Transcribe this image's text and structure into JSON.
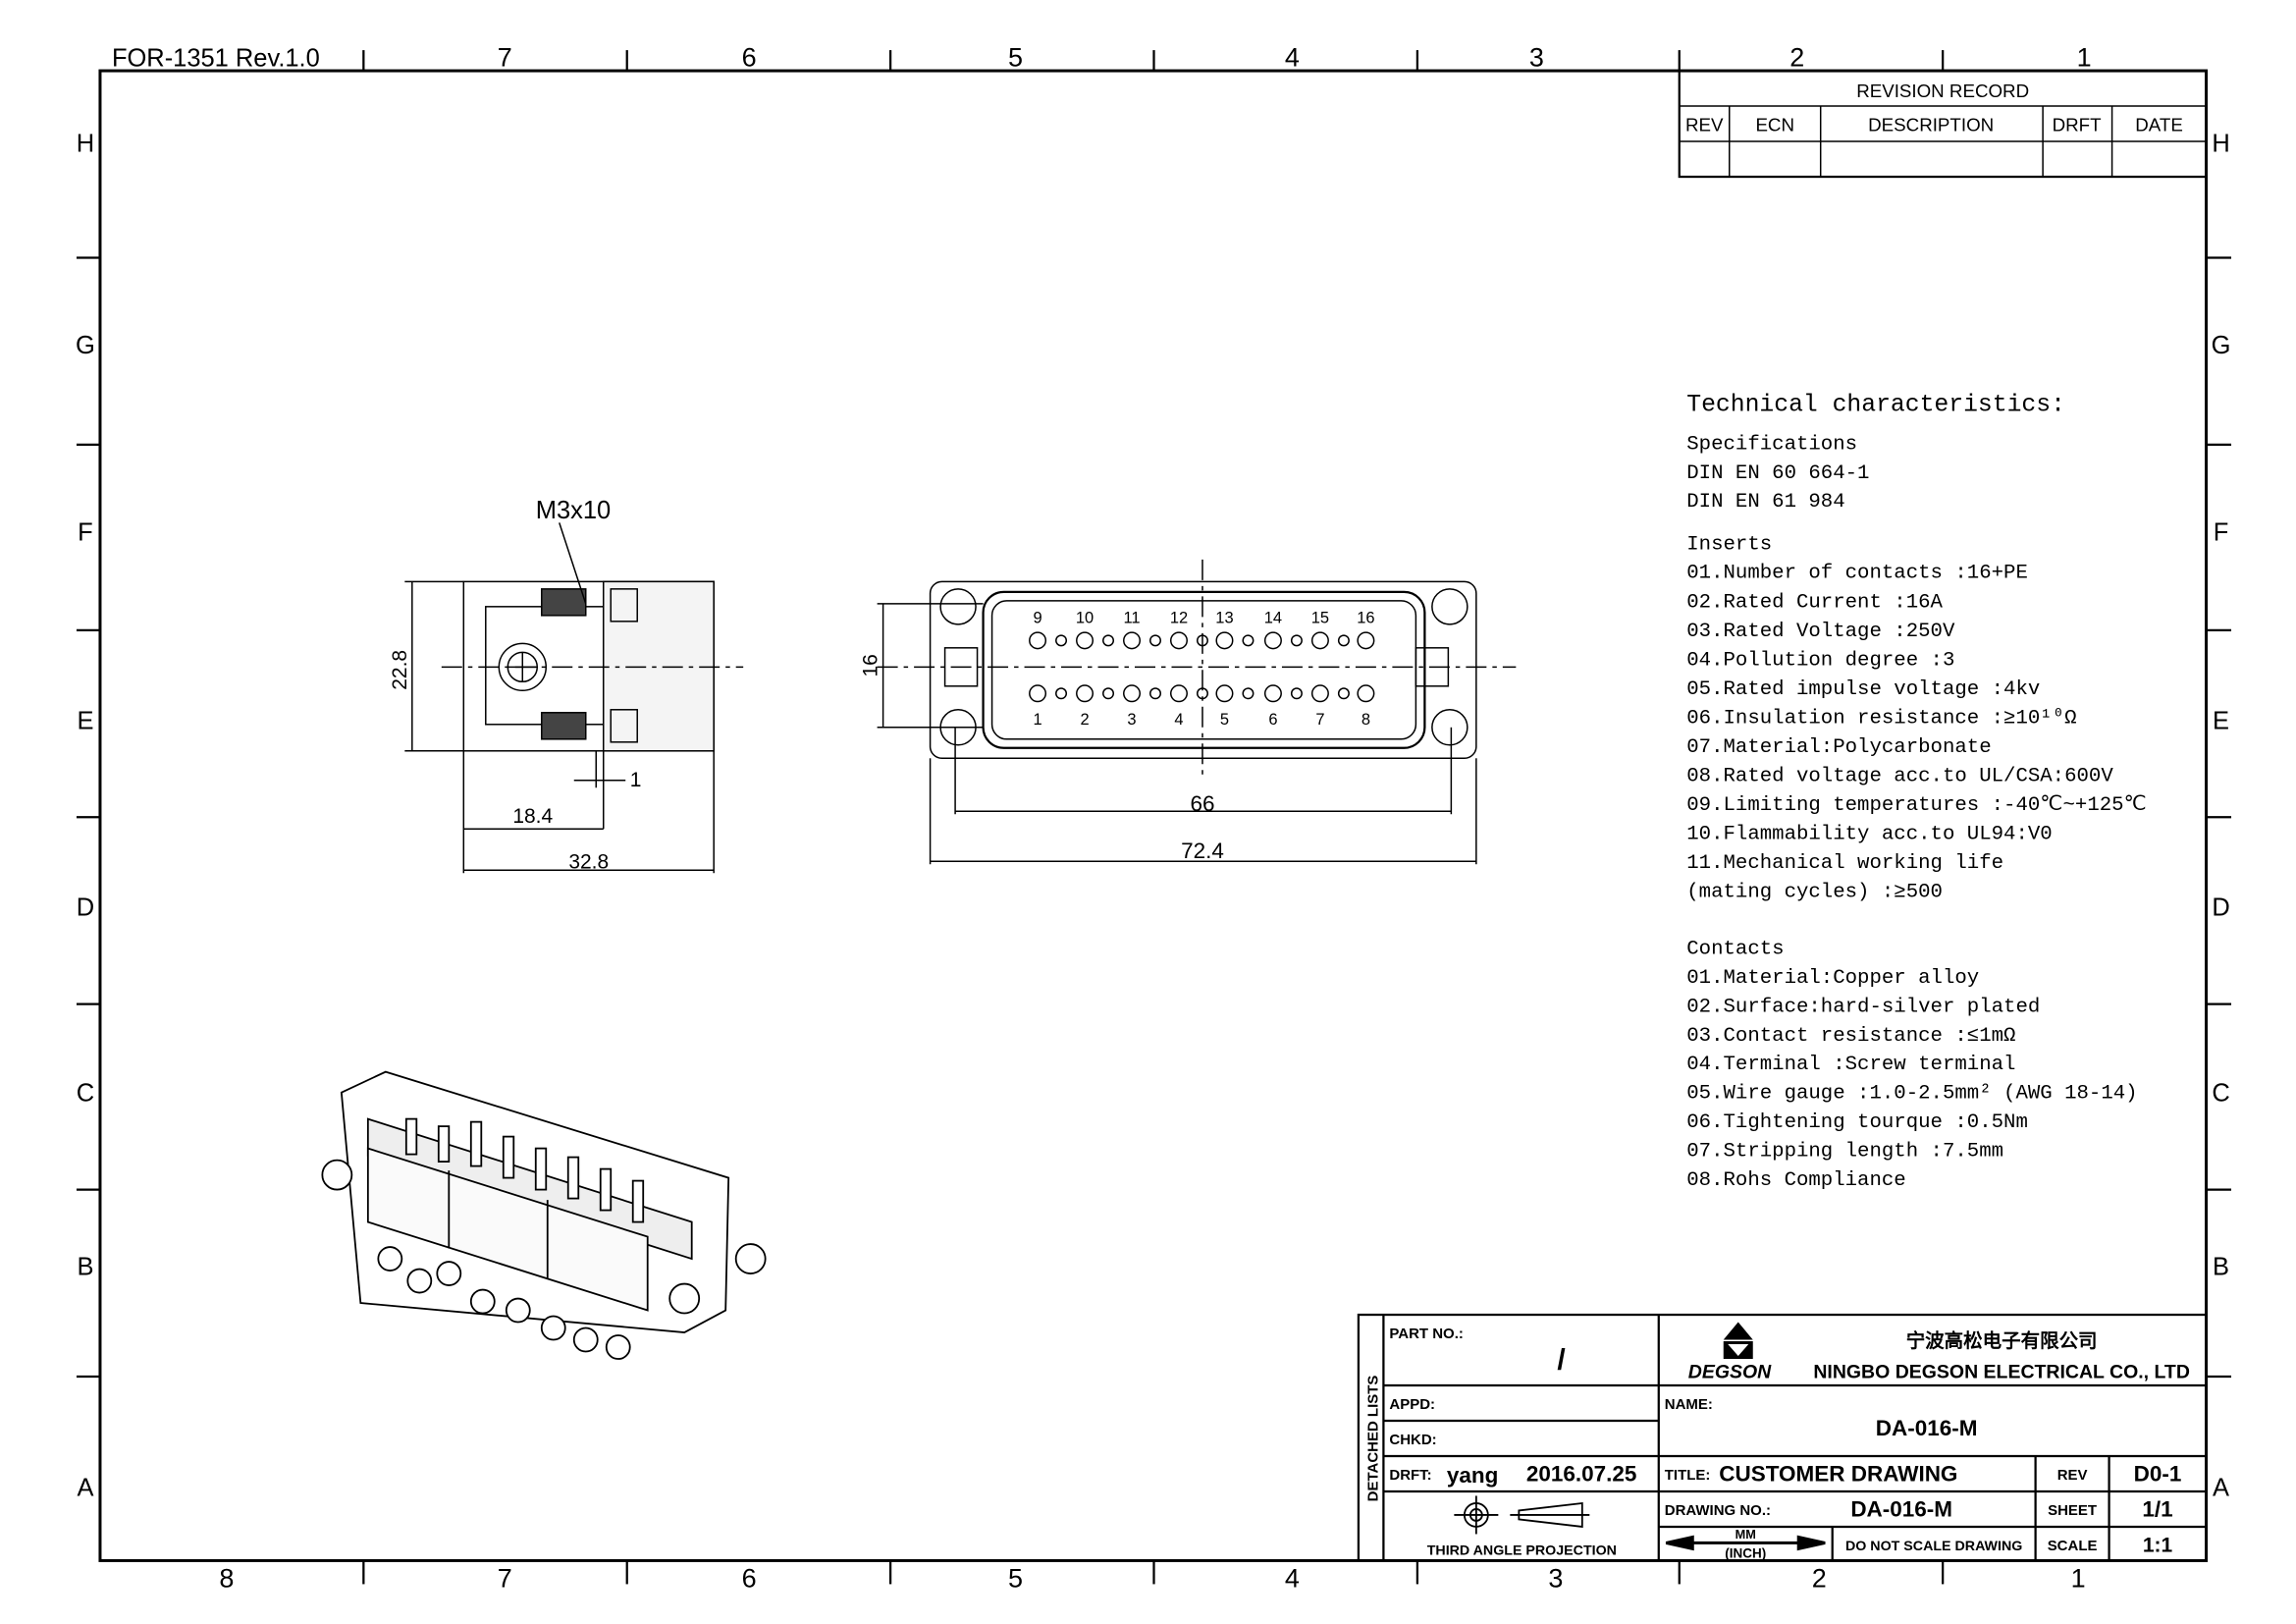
{
  "form_id": "FOR-1351  Rev.1.0",
  "zones": {
    "top_numbers": [
      "7",
      "6",
      "5",
      "4",
      "3",
      "2",
      "1"
    ],
    "bottom_numbers": [
      "8",
      "7",
      "6",
      "5",
      "4",
      "3",
      "2",
      "1"
    ],
    "letters": [
      "H",
      "G",
      "F",
      "E",
      "D",
      "C",
      "B",
      "A"
    ]
  },
  "revision_record": {
    "title": "REVISION RECORD",
    "columns": [
      "REV",
      "ECN",
      "DESCRIPTION",
      "DRFT",
      "DATE"
    ]
  },
  "side_view": {
    "callout": "M3x10",
    "dim_height": "22.8",
    "dim_inner": "18.4",
    "dim_total": "32.8",
    "dim_small": "1"
  },
  "front_view": {
    "dim_height": "16",
    "dim_inner": "66",
    "dim_total": "72.4",
    "top_pins": [
      "9",
      "10",
      "11",
      "12",
      "13",
      "14",
      "15",
      "16"
    ],
    "bottom_pins": [
      "1",
      "2",
      "3",
      "4",
      "5",
      "6",
      "7",
      "8"
    ]
  },
  "tech": {
    "title": "Technical characteristics:",
    "spec_heading": "Specifications",
    "specs": [
      "DIN EN 60 664-1",
      "DIN EN 61 984"
    ],
    "inserts_heading": "Inserts",
    "inserts": [
      "01.Number of contacts :16+PE",
      "02.Rated Current :16A",
      "03.Rated Voltage :250V",
      "04.Pollution degree :3",
      "05.Rated impulse voltage :4kv",
      "06.Insulation resistance :≥10¹⁰Ω",
      "07.Material:Polycarbonate",
      "08.Rated voltage acc.to UL/CSA:600V",
      "09.Limiting temperatures  :-40℃~+125℃",
      "10.Flammability acc.to UL94:V0",
      "11.Mechanical working life",
      "   (mating cycles) :≥500"
    ],
    "contacts_heading": "Contacts",
    "contacts": [
      "01.Material:Copper alloy",
      "02.Surface:hard-silver plated",
      "03.Contact resistance :≤1mΩ",
      "04.Terminal :Screw terminal",
      "05.Wire gauge :1.0-2.5mm² (AWG 18-14)",
      "06.Tightening tourque :0.5Nm",
      "07.Stripping length :7.5mm",
      "08.Rohs Compliance"
    ]
  },
  "title_block": {
    "detached_lists": "DETACHED LISTS",
    "part_no_label": "PART NO.:",
    "part_no_value": "/",
    "appd_label": "APPD:",
    "chkd_label": "CHKD:",
    "drft_label": "DRFT:",
    "drft_name": "yang",
    "drft_date": "2016.07.25",
    "projection": "THIRD ANGLE PROJECTION",
    "logo_text": "DEGSON",
    "company_cn": "宁波高松电子有限公司",
    "company_en": "NINGBO DEGSON ELECTRICAL CO., LTD",
    "name_label": "NAME:",
    "name_value": "DA-016-M",
    "title_label": "TITLE:",
    "title_value": "CUSTOMER  DRAWING",
    "rev_label": "REV",
    "rev_value": "D0-1",
    "drawing_no_label": "DRAWING NO.:",
    "drawing_no_value": "DA-016-M",
    "sheet_label": "SHEET",
    "sheet_value": "1/1",
    "units_top": "MM",
    "units_bottom": "(INCH)",
    "no_scale": "DO NOT SCALE DRAWING",
    "scale_label": "SCALE",
    "scale_value": "1:1"
  }
}
